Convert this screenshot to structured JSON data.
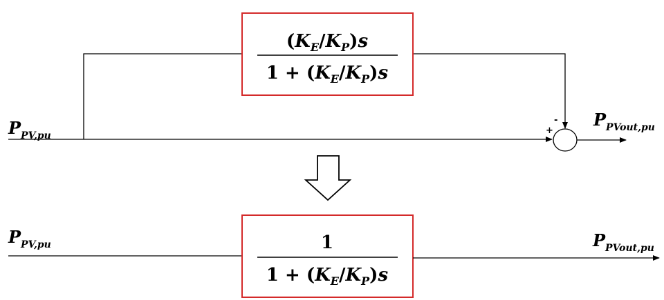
{
  "top_diagram": {
    "input_label": {
      "main": "P",
      "sub": "PV,pu"
    },
    "output_label": {
      "main": "P",
      "sub": "PVout,pu"
    },
    "block": {
      "numerator": {
        "open": "(",
        "k1": "K",
        "k1_sub": "E",
        "slash": "/",
        "k2": "K",
        "k2_sub": "P",
        "close": ")",
        "var": "s"
      },
      "denominator": {
        "one": "1",
        "plus": " + ",
        "open": "(",
        "k1": "K",
        "k1_sub": "E",
        "slash": "/",
        "k2": "K",
        "k2_sub": "P",
        "close": ")",
        "var": "s"
      }
    },
    "summing_junction": {
      "plus_sign": "+",
      "minus_sign": "-"
    }
  },
  "bottom_diagram": {
    "input_label": {
      "main": "P",
      "sub": "PV,pu"
    },
    "output_label": {
      "main": "P",
      "sub": "PVout,pu"
    },
    "block": {
      "numerator": {
        "one": "1"
      },
      "denominator": {
        "one": "1",
        "plus": " + ",
        "open": "(",
        "k1": "K",
        "k1_sub": "E",
        "slash": "/",
        "k2": "K",
        "k2_sub": "P",
        "close": ")",
        "var": "s"
      }
    }
  },
  "colors": {
    "block_border": "#d42a2a",
    "line": "#000000"
  }
}
